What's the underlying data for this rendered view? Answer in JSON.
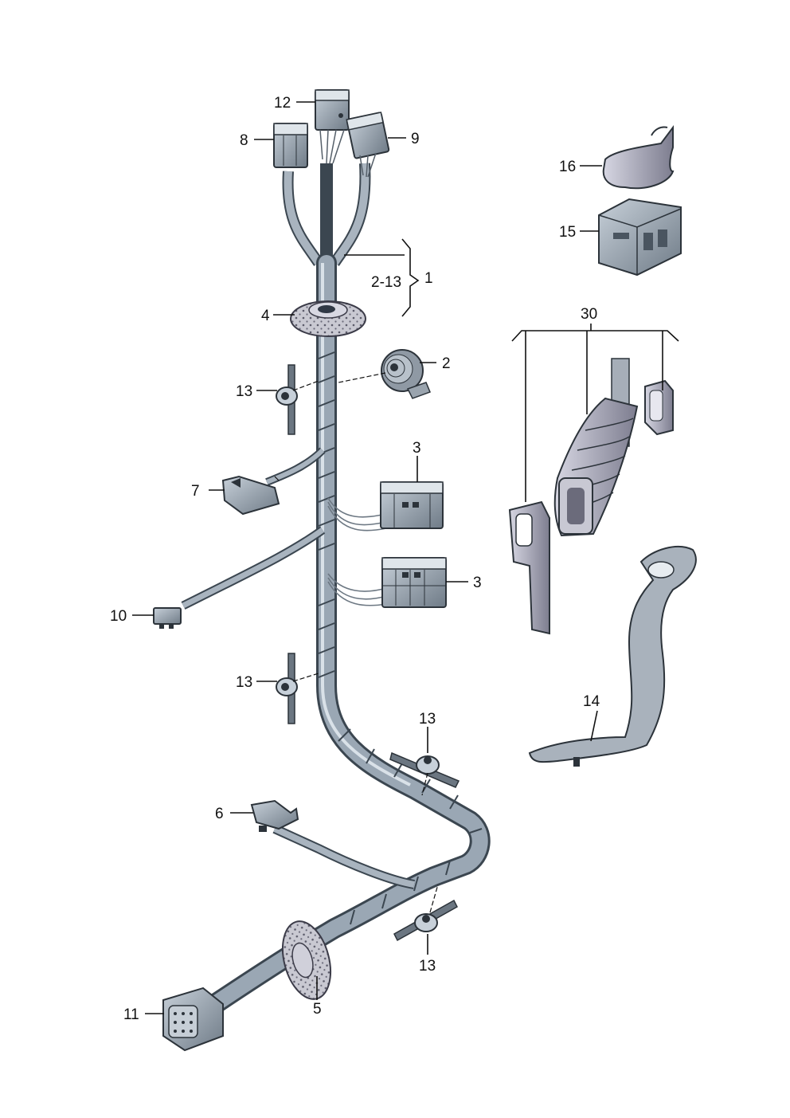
{
  "diagram": {
    "callouts": {
      "c1": "1",
      "c2": "2",
      "c2_13": "2-13",
      "c3a": "3",
      "c3b": "3",
      "c4": "4",
      "c5": "5",
      "c6": "6",
      "c7": "7",
      "c8": "8",
      "c9": "9",
      "c10": "10",
      "c11": "11",
      "c12": "12",
      "c13a": "13",
      "c13b": "13",
      "c13c": "13",
      "c13d": "13",
      "c14": "14",
      "c15": "15",
      "c16": "16",
      "c30": "30"
    },
    "colors": {
      "harness": "#8e9aa6",
      "connector": "#9aa5b1",
      "grommet": "#b7b7c2",
      "line": "#111111"
    }
  }
}
